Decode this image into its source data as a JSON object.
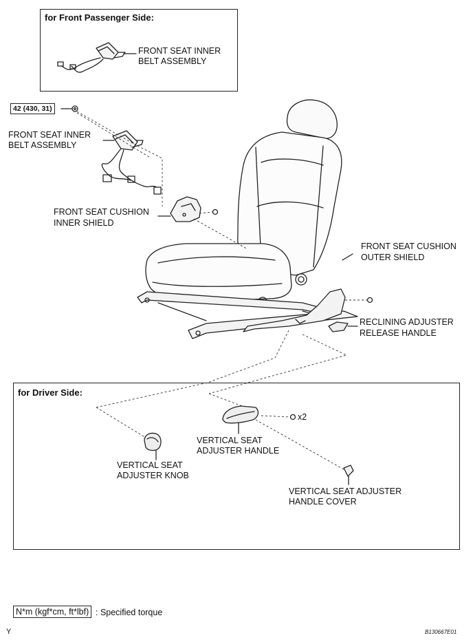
{
  "passenger_box": {
    "title": "for Front Passenger Side:",
    "label_line1": "FRONT SEAT INNER",
    "label_line2": "BELT ASSEMBLY"
  },
  "main": {
    "torque": "42 (430, 31)",
    "belt_line1": "FRONT SEAT INNER",
    "belt_line2": "BELT ASSEMBLY",
    "inner_shield_line1": "FRONT SEAT CUSHION",
    "inner_shield_line2": "INNER SHIELD",
    "outer_shield_line1": "FRONT SEAT CUSHION",
    "outer_shield_line2": "OUTER SHIELD",
    "release_line1": "RECLINING ADJUSTER",
    "release_line2": "RELEASE HANDLE"
  },
  "driver_box": {
    "title": "for Driver Side:",
    "qty": "x2",
    "handle_line1": "VERTICAL SEAT",
    "handle_line2": "ADJUSTER HANDLE",
    "knob_line1": "VERTICAL SEAT",
    "knob_line2": "ADJUSTER KNOB",
    "cover_line1": "VERTICAL SEAT ADJUSTER",
    "cover_line2": "HANDLE COVER"
  },
  "legend": {
    "unit": "N*m (kgf*cm, ft*lbf)",
    "text": ": Specified torque"
  },
  "footer": {
    "left": "Y",
    "code": "B130667E01"
  }
}
